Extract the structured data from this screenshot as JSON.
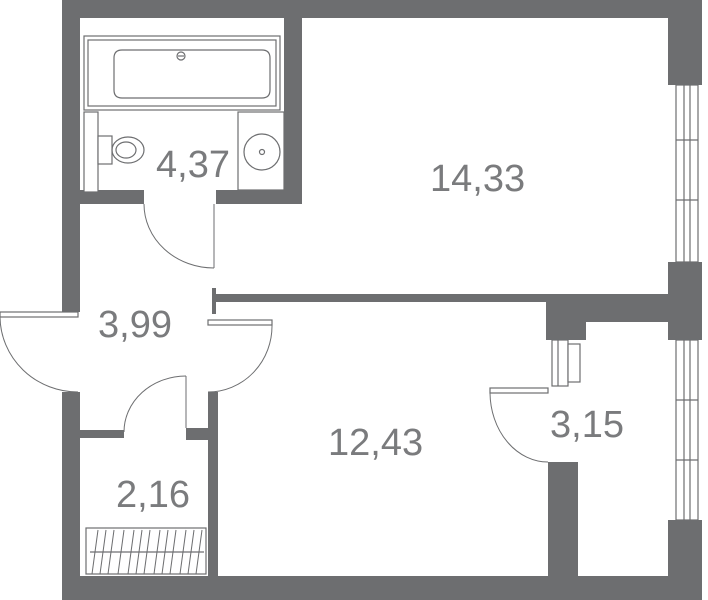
{
  "plan": {
    "rooms": [
      {
        "id": "bathroom",
        "area": "4,37"
      },
      {
        "id": "living-room",
        "area": "14,33"
      },
      {
        "id": "hallway",
        "area": "3,99"
      },
      {
        "id": "bedroom",
        "area": "12,43"
      },
      {
        "id": "storage",
        "area": "3,15"
      },
      {
        "id": "wardrobe",
        "area": "2,16"
      }
    ],
    "colors": {
      "wall": "#6d6e70",
      "label": "#7a7b7d",
      "background": "#ffffff"
    },
    "icons": [
      "bathtub-icon",
      "toilet-icon",
      "sink-icon",
      "window-icon",
      "door-icon",
      "shelving-icon"
    ]
  }
}
